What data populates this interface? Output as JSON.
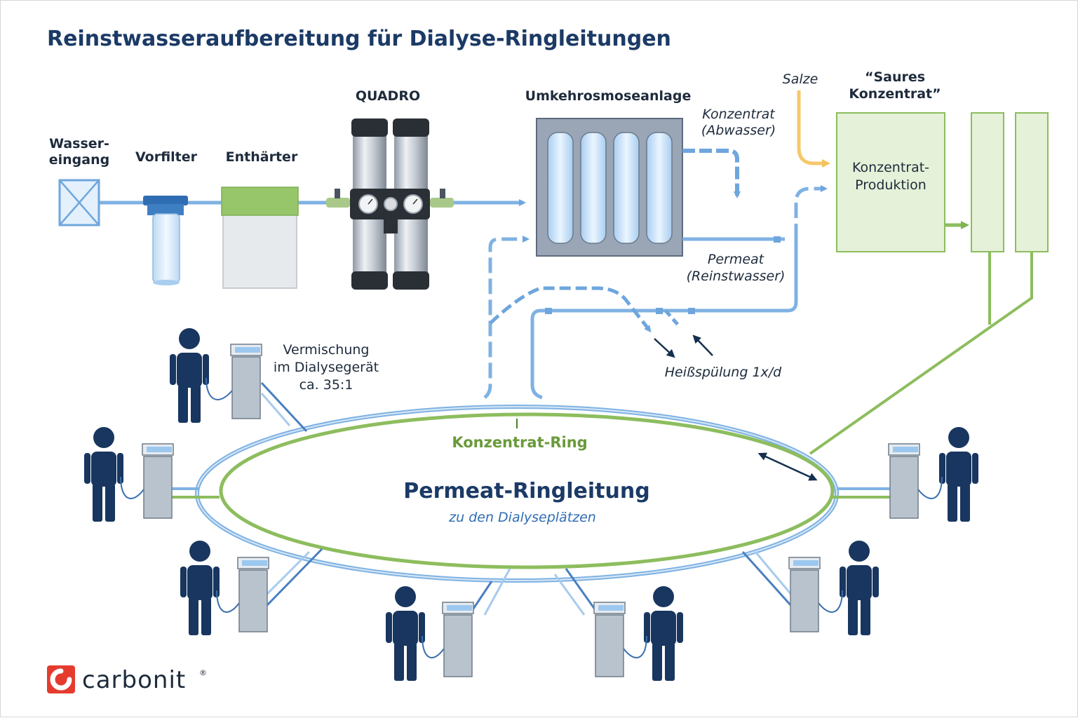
{
  "title": "Reinstwasseraufbereitung für Dialyse-Ringleitungen",
  "components": {
    "water_inlet": {
      "label_line1": "Wasser-",
      "label_line2": "eingang"
    },
    "prefilter": {
      "label": "Vorfilter"
    },
    "softener": {
      "label": "Enthärter"
    },
    "quadro": {
      "label": "QUADRO"
    },
    "ro_unit": {
      "label": "Umkehrosmoseanlage"
    },
    "concentrate_production": {
      "label_line1": "Konzentrat-",
      "label_line2": "Produktion"
    }
  },
  "flows": {
    "waste_line1": "Konzentrat",
    "waste_line2": "(Abwasser)",
    "permeate_line1": "Permeat",
    "permeate_line2": "(Reinstwasser)",
    "salts": "Salze",
    "acid_concentrate_line1": "“Saures",
    "acid_concentrate_line2": "Konzentrat”",
    "hot_rinse": "Heißspülung 1x/d",
    "mixing_line1": "Vermischung",
    "mixing_line2": "im Dialysegerät",
    "mixing_line3": "ca. 35:1"
  },
  "ring": {
    "concentrate_ring": "Konzentrat-Ring",
    "permeate_ring_title": "Permeat-Ringleitung",
    "permeate_ring_sub": "zu den Dialyseplätzen"
  },
  "logo": {
    "text": "carbonit",
    "reg": "®"
  },
  "colors": {
    "title": "#1b3a66",
    "permeate_pipe": "#7fb2e3",
    "concentrate_pipe": "#8dbd5e",
    "salt_pipe": "#f5c86a",
    "patient": "#18365f",
    "machine": "#b9c3cd",
    "logo_red": "#e53b2f"
  }
}
